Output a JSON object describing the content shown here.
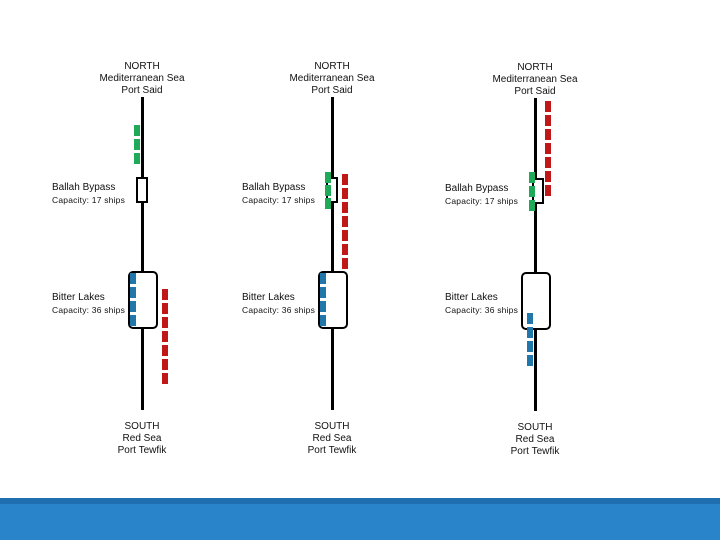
{
  "colors": {
    "green": "#1faa59",
    "red": "#c01818",
    "blue": "#2277aa",
    "footer": "#2a84c9"
  },
  "panels": [
    {
      "north": {
        "line1": "NORTH",
        "line2": "Mediterranean Sea",
        "line3": "Port Said"
      },
      "ballah": {
        "name": "Ballah Bypass",
        "capacity": "Capacity: 17 ships"
      },
      "bitter": {
        "name": "Bitter Lakes",
        "capacity": "Capacity: 36 ships"
      },
      "south": {
        "line1": "SOUTH",
        "line2": "Red Sea",
        "line3": "Port Tewfik"
      }
    },
    {
      "north": {
        "line1": "NORTH",
        "line2": "Mediterranean Sea",
        "line3": "Port Said"
      },
      "ballah": {
        "name": "Ballah Bypass",
        "capacity": "Capacity: 17 ships"
      },
      "bitter": {
        "name": "Bitter Lakes",
        "capacity": "Capacity: 36 ships"
      },
      "south": {
        "line1": "SOUTH",
        "line2": "Red Sea",
        "line3": "Port Tewfik"
      }
    },
    {
      "north": {
        "line1": "NORTH",
        "line2": "Mediterranean Sea",
        "line3": "Port Said"
      },
      "ballah": {
        "name": "Ballah Bypass",
        "capacity": "Capacity: 17 ships"
      },
      "bitter": {
        "name": "Bitter Lakes",
        "capacity": "Capacity: 36 ships"
      },
      "south": {
        "line1": "SOUTH",
        "line2": "Red Sea",
        "line3": "Port Tewfik"
      }
    }
  ]
}
